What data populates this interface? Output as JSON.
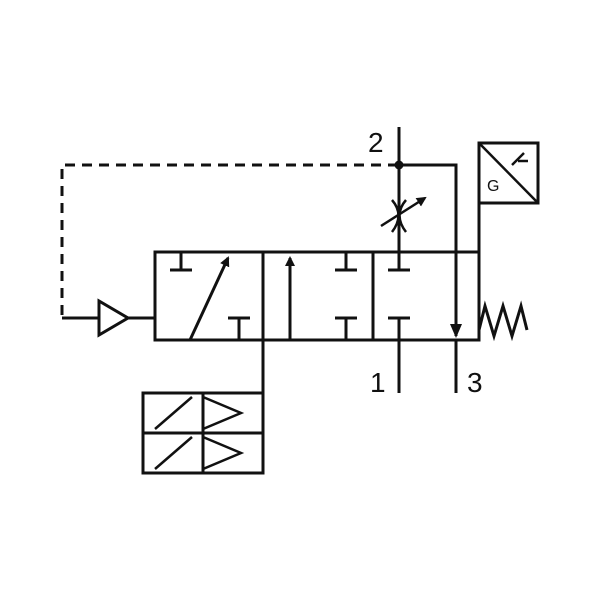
{
  "diagram": {
    "ports": {
      "port_2": "2",
      "port_1": "1",
      "port_3": "3"
    },
    "sensor": {
      "label": "G"
    },
    "colors": {
      "line": "#111111",
      "background": "#ffffff"
    }
  }
}
